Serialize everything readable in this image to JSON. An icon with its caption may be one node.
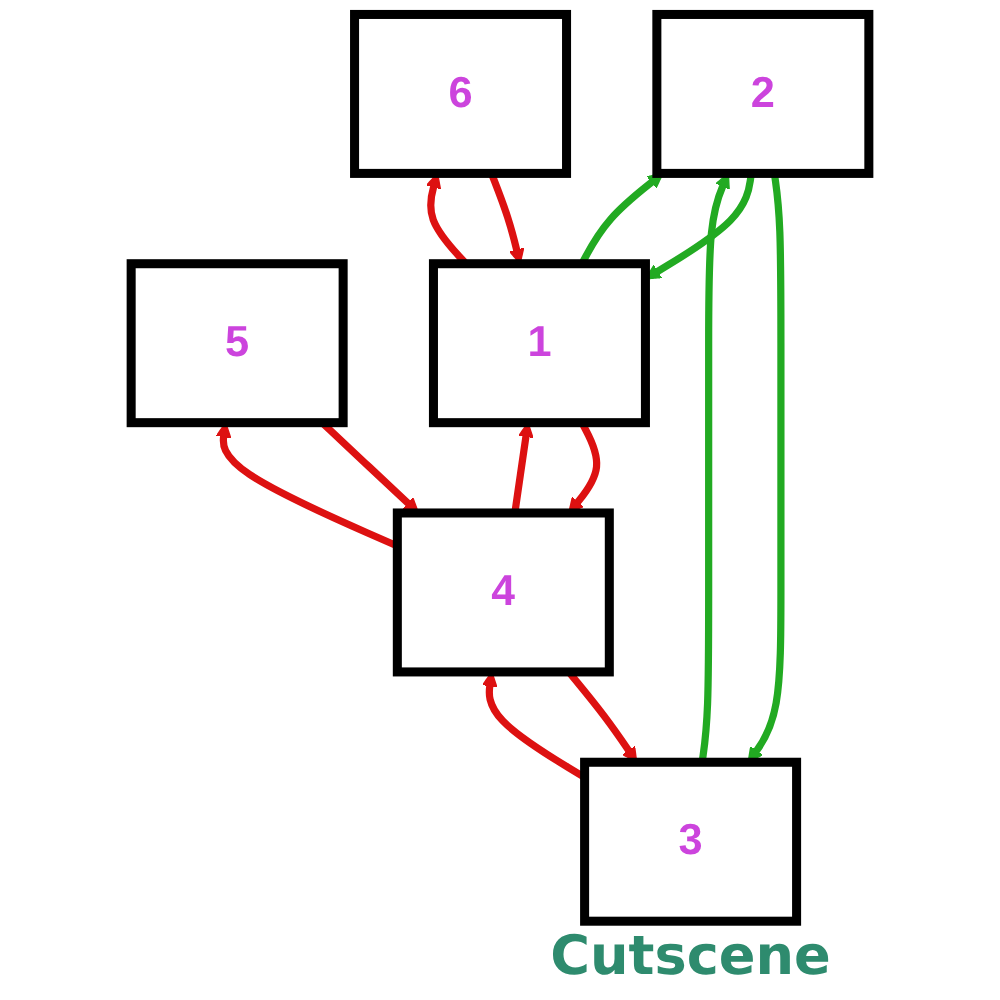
{
  "diagram": {
    "nodes": [
      {
        "text": [
          "6"
        ]
      },
      {
        "text": [
          "1"
        ]
      },
      {
        "text": [
          "4"
        ]
      },
      {
        "text": [
          "2"
        ]
      },
      {
        "text": [
          "5"
        ]
      },
      {
        "text": [
          "3"
        ],
        "beside": [
          "Cutscene"
        ]
      }
    ],
    "edges": [
      {
        "from": 1,
        "to": 0,
        "arrow": "to"
      },
      {
        "from": 0,
        "to": 1,
        "arrow": "to"
      },
      {
        "from": 1,
        "to": 2,
        "arrow": "to"
      },
      {
        "from": 2,
        "to": 1,
        "arrow": "to"
      },
      {
        "from": 1,
        "to": 3,
        "arrow": "to",
        "color": "#22aa22"
      },
      {
        "from": 3,
        "to": 1,
        "arrow": "to",
        "color": "#22aa22"
      },
      {
        "from": 4,
        "to": 2,
        "arrow": "to"
      },
      {
        "from": 2,
        "to": 4,
        "arrow": "to"
      },
      {
        "from": 5,
        "to": 2,
        "arrow": "to"
      },
      {
        "from": 2,
        "to": 5,
        "arrow": "to"
      },
      {
        "from": 3,
        "to": 5,
        "arrow": "to",
        "color": "#22aa22"
      },
      {
        "from": 5,
        "to": 3,
        "arrow": "to",
        "color": "#22aa22"
      }
    ]
  }
}
